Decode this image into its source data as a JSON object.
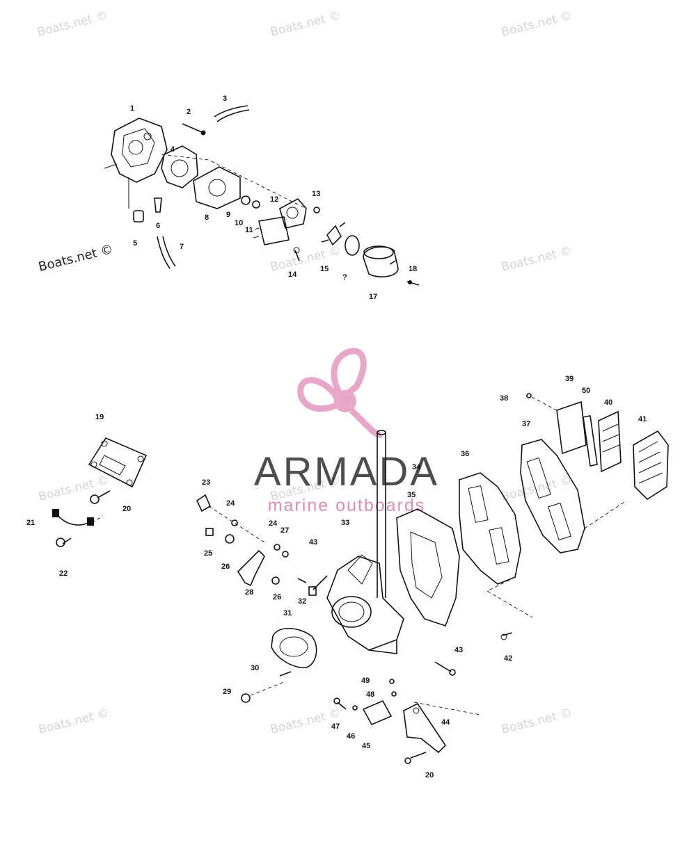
{
  "watermarks": [
    "Boats.net ©",
    "Boats.net ©",
    "Boats.net ©",
    "Boats.net ©",
    "Boats.net ©",
    "Boats.net ©",
    "Boats.net ©",
    "Boats.net ©",
    "Boats.net ©",
    "Boats.net ©",
    "Boats.net ©",
    "Boats.net ©"
  ],
  "brand": {
    "title": "ARMADA",
    "subtitle": "marine outboards",
    "primary_color": "#e8a6c8",
    "text_color": "#4d4d4d"
  },
  "callouts": [
    "1",
    "2",
    "3",
    "4",
    "5",
    "6",
    "7",
    "8",
    "9",
    "10",
    "11",
    "12",
    "13",
    "14",
    "15",
    "?",
    "17",
    "18",
    "19",
    "20",
    "21",
    "22",
    "23",
    "24",
    "25",
    "26",
    "24",
    "27",
    "43",
    "33",
    "34",
    "35",
    "36",
    "37",
    "38",
    "39",
    "50",
    "40",
    "41",
    "26",
    "28",
    "32",
    "31",
    "30",
    "29",
    "43",
    "42",
    "49",
    "48",
    "47",
    "46",
    "45",
    "44",
    "20"
  ]
}
